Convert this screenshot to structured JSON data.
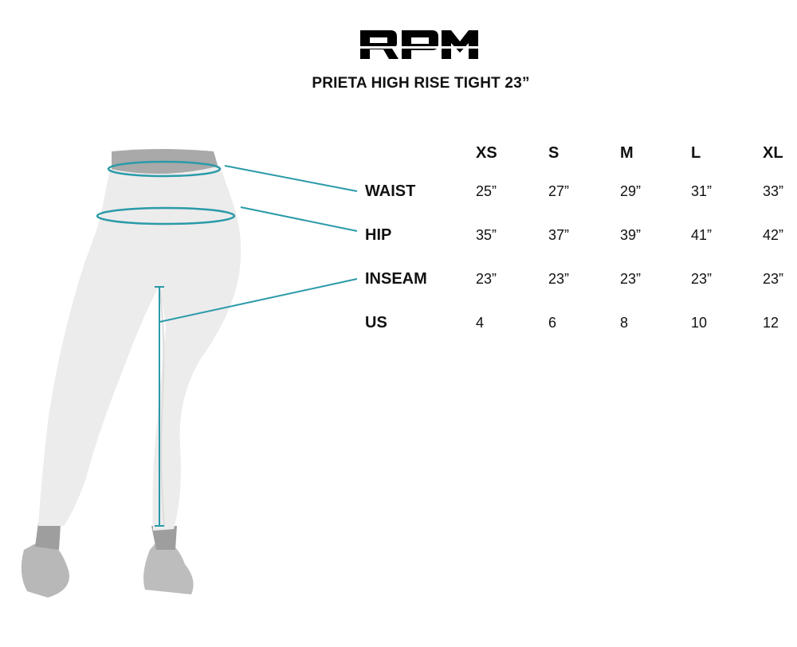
{
  "brand": {
    "logo_text": "RPM"
  },
  "title": "PRIETA HIGH RISE TIGHT 23”",
  "sizes": [
    "XS",
    "S",
    "M",
    "L",
    "XL"
  ],
  "rows": [
    {
      "label": "WAIST",
      "values": [
        "25”",
        "27”",
        "29”",
        "31”",
        "33”"
      ]
    },
    {
      "label": "HIP",
      "values": [
        "35”",
        "37”",
        "39”",
        "41”",
        "42”"
      ]
    },
    {
      "label": "INSEAM",
      "values": [
        "23”",
        "23”",
        "23”",
        "23”",
        "23”"
      ]
    },
    {
      "label": "US",
      "values": [
        "4",
        "6",
        "8",
        "10",
        "12"
      ]
    }
  ],
  "colors": {
    "accent": "#2a9aa8",
    "legging": "#ececec",
    "skin": "#a9a9a9",
    "text": "#111111"
  }
}
